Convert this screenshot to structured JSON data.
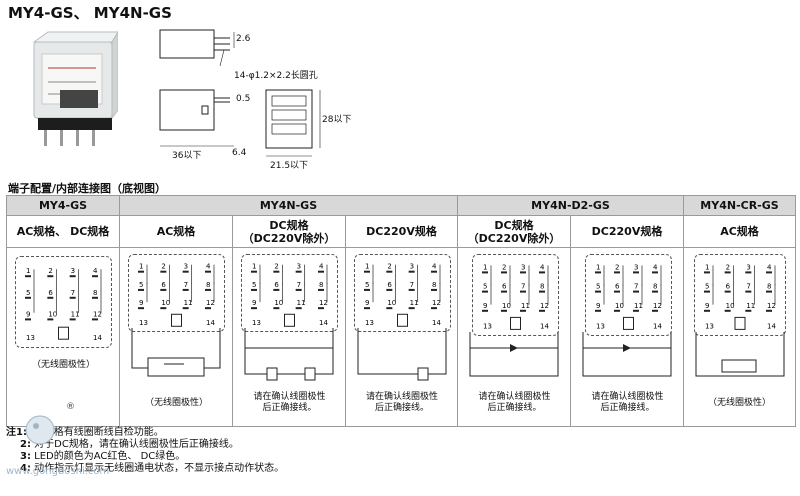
{
  "title": "MY4-GS、 MY4N-GS",
  "dims": {
    "d26": "2.6",
    "holes": "14-φ1.2×2.2长圆孔",
    "d05": "0.5",
    "h28": "28以下",
    "w36": "36以下",
    "d64": "6.4",
    "w215": "21.5以下"
  },
  "section_label": "端子配置/内部连接图（底视图）",
  "groups": [
    "MY4-GS",
    "MY4N-GS",
    "MY4N-D2-GS",
    "MY4N-CR-GS"
  ],
  "columns": [
    "AC规格、 DC规格",
    "AC规格",
    "DC规格\n（DC220V除外）",
    "DC220V规格",
    "DC规格\n（DC220V除外）",
    "DC220V规格",
    "AC规格"
  ],
  "captions": [
    "（无线圈极性）",
    "（无线圈极性）",
    "请在确认线圈极性\n后正确接线。",
    "请在确认线圈极性\n后正确接线。",
    "请在确认线圈极性\n后正确接线。",
    "请在确认线圈极性\n后正确接线。",
    "（无线圈极性）"
  ],
  "terminals": {
    "row1": [
      "1",
      "2",
      "3",
      "4"
    ],
    "row2": [
      "5",
      "6",
      "7",
      "8"
    ],
    "row3": [
      "9",
      "10",
      "11",
      "12"
    ],
    "coil": [
      "13",
      "14"
    ],
    "minus": "−",
    "plus": "+"
  },
  "notes": [
    {
      "n": "注1:",
      "t": "AC规格有线圈断线自检功能。"
    },
    {
      "n": "2:",
      "t": "对于DC规格，请在确认线圈极性后正确接线。"
    },
    {
      "n": "3:",
      "t": "LED的颜色为AC红色、 DC绿色。"
    },
    {
      "n": "4:",
      "t": "动作指示灯显示无线圈通电状态，不显示接点动作状态。"
    }
  ],
  "watermark": "www.gongboshi.com",
  "reg_mark": "®"
}
